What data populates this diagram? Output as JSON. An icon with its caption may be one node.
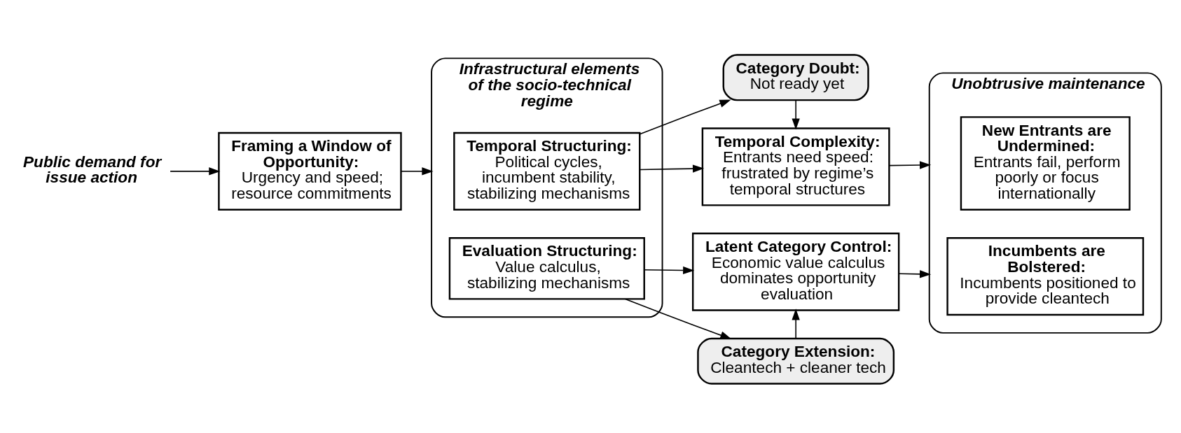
{
  "diagram": {
    "nodes": [
      {
        "text": [
          "Public demand for issue action"
        ]
      },
      {
        "text": [
          "**Framing a Window of Opportunity:** Urgency and speed; resource commitments"
        ]
      },
      {
        "text": [
          "Infrastructural elements of the socio-technical regime"
        ]
      },
      {
        "text": [
          "**Temporal Structuring:** Political cycles, incumbent stability, stabilizing mechanisms"
        ],
        "in": 2
      },
      {
        "text": [
          "**Evaluation Structuring:** Value calculus, stabilizing mechanisms"
        ],
        "in": 2
      },
      {
        "text": [
          "**Category Doubt:** Not ready yet"
        ]
      },
      {
        "text": [
          "**Temporal Complexity:** Entrants need speed: frustrated by regime’s temporal structures"
        ]
      },
      {
        "text": [
          "**Latent Category Control:** Economic value calculus dominates opportunity evaluation"
        ]
      },
      {
        "text": [
          "**Category Extension:** Cleantech + cleaner tech"
        ]
      },
      {
        "text": [
          "Unobtrusive maintenance"
        ]
      },
      {
        "text": [
          "**New Entrants are Undermined:** Entrants fail, perform poorly or focus internationally"
        ],
        "in": 9
      },
      {
        "text": [
          "**Incumbents are Bolstered:** Incumbents positioned to provide cleantech"
        ],
        "in": 9
      }
    ],
    "edges": [
      {
        "from": 0,
        "to": 1,
        "arrow": "to"
      },
      {
        "from": 1,
        "to": 2,
        "arrow": "to"
      },
      {
        "from": 3,
        "to": 5,
        "arrow": "to"
      },
      {
        "from": 3,
        "to": 6,
        "arrow": "to"
      },
      {
        "from": 5,
        "to": 6,
        "arrow": "to"
      },
      {
        "from": 4,
        "to": 7,
        "arrow": "to"
      },
      {
        "from": 4,
        "to": 8,
        "arrow": "to"
      },
      {
        "from": 8,
        "to": 7,
        "arrow": "to"
      },
      {
        "from": 6,
        "to": 9,
        "arrow": "to"
      },
      {
        "from": 7,
        "to": 9,
        "arrow": "to"
      }
    ]
  }
}
